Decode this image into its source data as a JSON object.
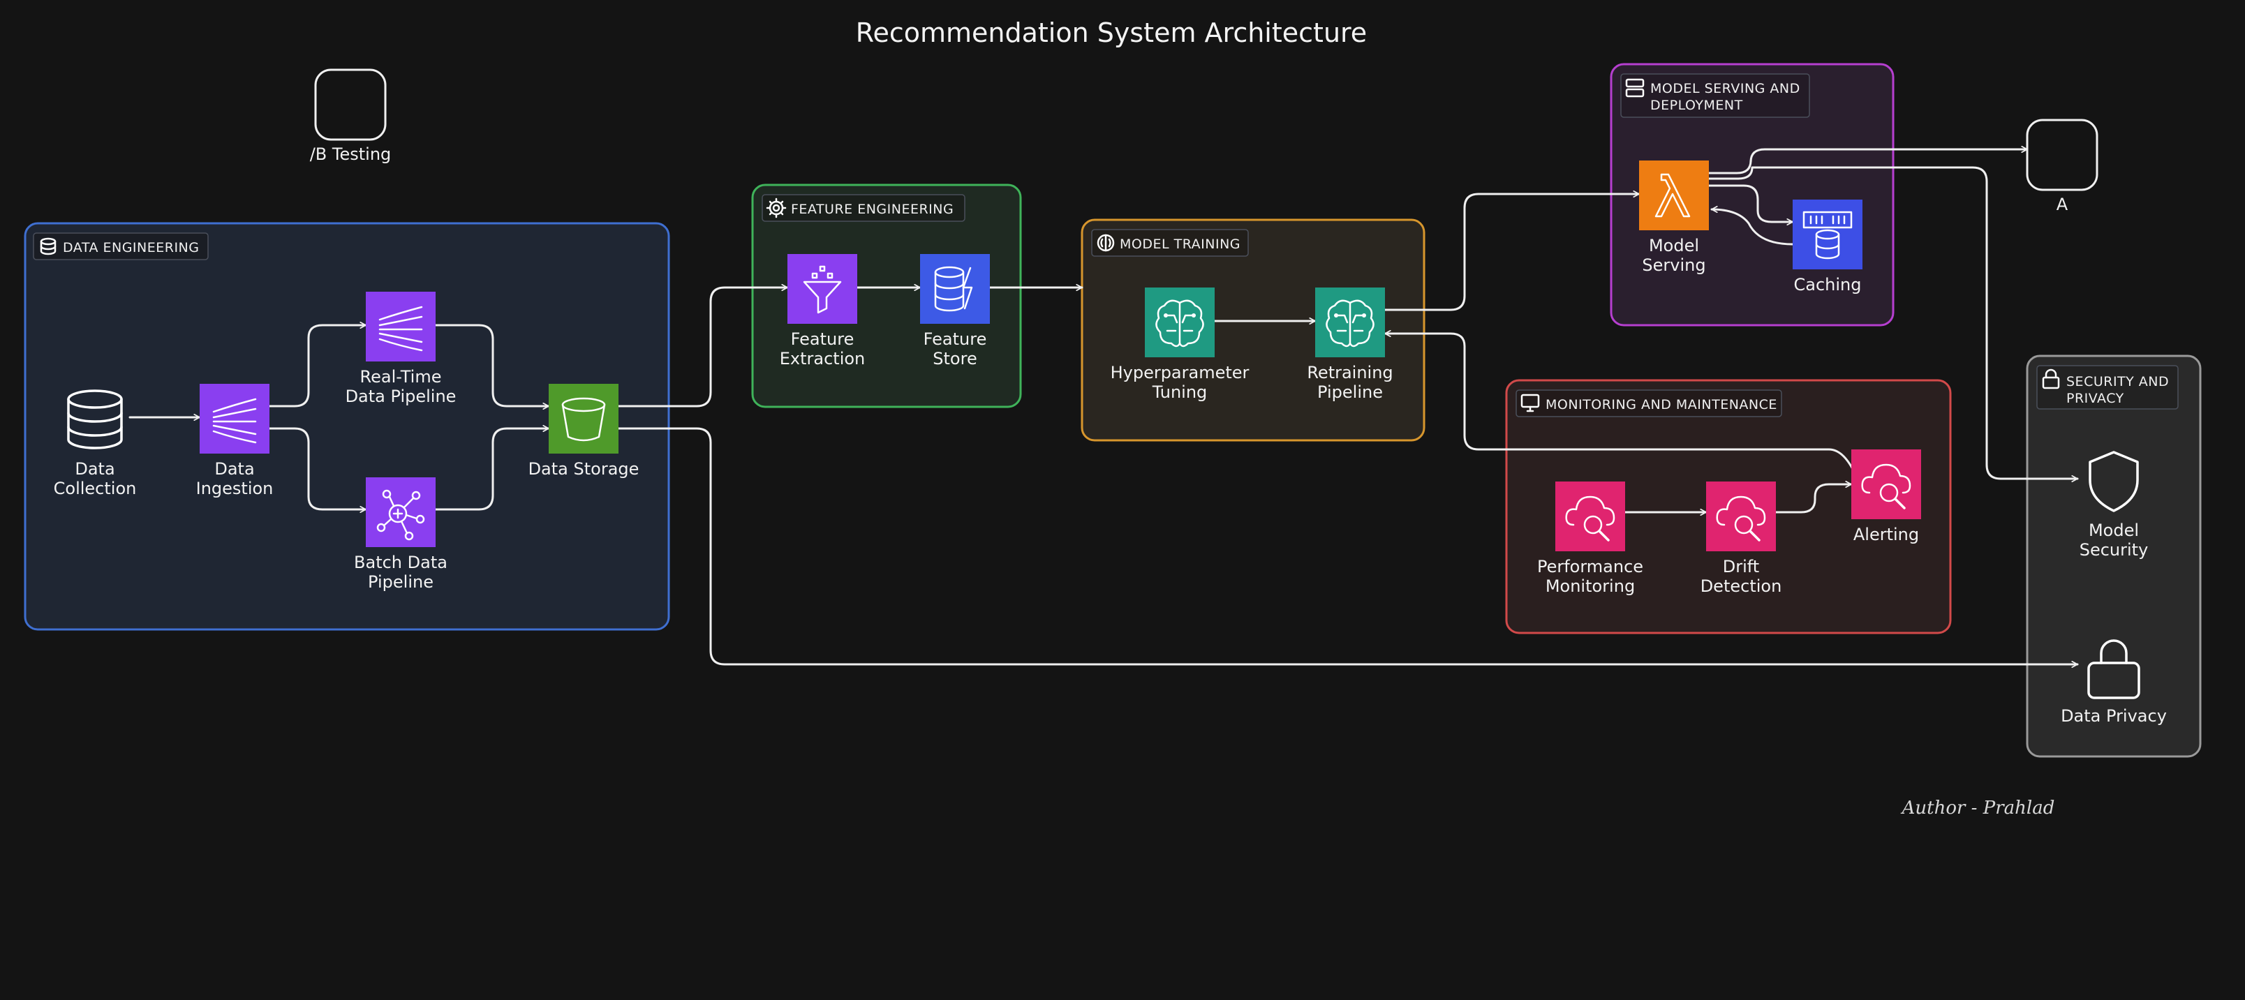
{
  "diagram": {
    "title": "Recommendation System Architecture",
    "author": "Author - Prahlad",
    "groups": {
      "data_engineering": {
        "label": "DATA ENGINEERING",
        "border": "#3f6fd1",
        "fill": "#1f2633"
      },
      "feature_engineering": {
        "label": "FEATURE ENGINEERING",
        "border": "#3fb35a",
        "fill": "#1f2a22"
      },
      "model_training": {
        "label": "MODEL TRAINING",
        "border": "#d7962d",
        "fill": "#2a2620"
      },
      "model_serving": {
        "label_line1": "MODEL SERVING AND",
        "label_line2": "DEPLOYMENT",
        "border": "#b63fd0",
        "fill": "#2a1f2e"
      },
      "monitoring": {
        "label": "MONITORING AND MAINTENANCE",
        "border": "#d24a4a",
        "fill": "#2a1f1f"
      },
      "security": {
        "label_line1": "SECURITY AND",
        "label_line2": "PRIVACY",
        "border": "#9a9a9a",
        "fill": "#2a2a2a"
      }
    },
    "nodes": {
      "ab_testing": {
        "label": "/B Testing",
        "icon": "placeholder-box"
      },
      "a_box": {
        "label": "A",
        "icon": "placeholder-box"
      },
      "data_collection": {
        "label_line1": "Data",
        "label_line2": "Collection",
        "icon": "database-icon"
      },
      "data_ingestion": {
        "label_line1": "Data",
        "label_line2": "Ingestion",
        "icon": "kinesis-icon",
        "color": "#8a3ff0"
      },
      "realtime_pipeline": {
        "label_line1": "Real-Time",
        "label_line2": "Data Pipeline",
        "icon": "kinesis-icon",
        "color": "#8a3ff0"
      },
      "batch_pipeline": {
        "label_line1": "Batch Data",
        "label_line2": "Pipeline",
        "icon": "batch-hub-icon",
        "color": "#8a3ff0"
      },
      "data_storage": {
        "label": "Data Storage",
        "icon": "bucket-icon",
        "color": "#4f9a2a"
      },
      "feature_extraction": {
        "label_line1": "Feature",
        "label_line2": "Extraction",
        "icon": "funnel-icon",
        "color": "#8a3ff0"
      },
      "feature_store": {
        "label_line1": "Feature",
        "label_line2": "Store",
        "icon": "dynamodb-icon",
        "color": "#3d5ae6"
      },
      "hyperparameter_tuning": {
        "label_line1": "Hyperparameter",
        "label_line2": "Tuning",
        "icon": "brain-icon",
        "color": "#1f9a82"
      },
      "retraining_pipeline": {
        "label_line1": "Retraining",
        "label_line2": "Pipeline",
        "icon": "brain-icon",
        "color": "#1f9a82"
      },
      "model_serving": {
        "label_line1": "Model",
        "label_line2": "Serving",
        "icon": "lambda-icon",
        "color": "#ee7d12"
      },
      "caching": {
        "label": "Caching",
        "icon": "cache-db-icon",
        "color": "#3d4fe6"
      },
      "performance_monitoring": {
        "label_line1": "Performance",
        "label_line2": "Monitoring",
        "icon": "cloud-search-icon",
        "color": "#e0246f"
      },
      "drift_detection": {
        "label_line1": "Drift",
        "label_line2": "Detection",
        "icon": "cloud-search-icon",
        "color": "#e0246f"
      },
      "alerting": {
        "label": "Alerting",
        "icon": "cloud-search-icon",
        "color": "#e0246f"
      },
      "model_security": {
        "label_line1": "Model",
        "label_line2": "Security",
        "icon": "shield-icon"
      },
      "data_privacy": {
        "label": "Data Privacy",
        "icon": "lock-icon"
      }
    }
  }
}
